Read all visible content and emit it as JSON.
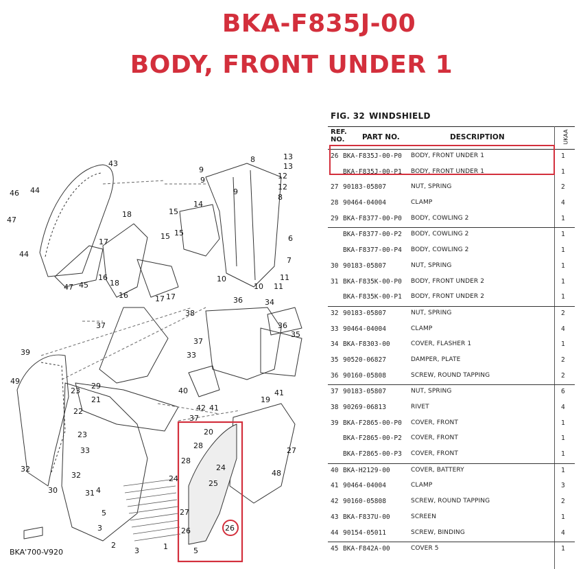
{
  "header": {
    "part_number": "BKA-F835J-00",
    "part_name": "BODY, FRONT UNDER 1"
  },
  "diagram": {
    "code": "BKA'700-V920",
    "highlight_color": "#d32f3c",
    "callouts": [
      "43",
      "44",
      "46",
      "47",
      "44",
      "45",
      "47",
      "18",
      "17",
      "16",
      "16",
      "18",
      "17",
      "17",
      "9",
      "9",
      "9",
      "8",
      "13",
      "13",
      "12",
      "12",
      "14",
      "15",
      "15",
      "15",
      "8",
      "6",
      "7",
      "10",
      "10",
      "11",
      "11",
      "38",
      "36",
      "34",
      "36",
      "35",
      "37",
      "37",
      "39",
      "49",
      "29",
      "21",
      "22",
      "23",
      "23",
      "33",
      "32",
      "30",
      "31",
      "32",
      "33",
      "40",
      "42",
      "41",
      "41",
      "37",
      "19",
      "20",
      "28",
      "28",
      "24",
      "25",
      "27",
      "48",
      "24",
      "26",
      "27",
      "26",
      "5",
      "3",
      "2",
      "4",
      "1",
      "3",
      "5"
    ]
  },
  "parts_list": {
    "fig_no": "FIG. 32",
    "fig_title": "WINDSHIELD",
    "col_ref": "REF. NO.",
    "col_part": "PART NO.",
    "col_desc": "DESCRIPTION",
    "col_model": "UKAA",
    "rows": [
      {
        "ref": "26",
        "part": "BKA-F835J-00-P0",
        "desc": "BODY, FRONT UNDER 1",
        "qty": "1",
        "sep": true
      },
      {
        "ref": "",
        "part": "BKA-F835J-00-P1",
        "desc": "BODY, FRONT UNDER 1",
        "qty": "1",
        "sep": false
      },
      {
        "ref": "27",
        "part": "90183-05807",
        "desc": "NUT, SPRING",
        "qty": "2",
        "sep": false
      },
      {
        "ref": "28",
        "part": "90464-04004",
        "desc": "CLAMP",
        "qty": "4",
        "sep": false
      },
      {
        "ref": "29",
        "part": "BKA-F8377-00-P0",
        "desc": "BODY, COWLING 2",
        "qty": "1",
        "sep": false
      },
      {
        "ref": "",
        "part": "BKA-F8377-00-P2",
        "desc": "BODY, COWLING 2",
        "qty": "1",
        "sep": true
      },
      {
        "ref": "",
        "part": "BKA-F8377-00-P4",
        "desc": "BODY, COWLING 2",
        "qty": "1",
        "sep": false
      },
      {
        "ref": "30",
        "part": "90183-05807",
        "desc": "NUT, SPRING",
        "qty": "1",
        "sep": false
      },
      {
        "ref": "31",
        "part": "BKA-F835K-00-P0",
        "desc": "BODY, FRONT UNDER 2",
        "qty": "1",
        "sep": false
      },
      {
        "ref": "",
        "part": "BKA-F835K-00-P1",
        "desc": "BODY, FRONT UNDER 2",
        "qty": "1",
        "sep": false
      },
      {
        "ref": "32",
        "part": "90183-05807",
        "desc": "NUT, SPRING",
        "qty": "2",
        "sep": true
      },
      {
        "ref": "33",
        "part": "90464-04004",
        "desc": "CLAMP",
        "qty": "4",
        "sep": false
      },
      {
        "ref": "34",
        "part": "BKA-F8303-00",
        "desc": "COVER, FLASHER 1",
        "qty": "1",
        "sep": false
      },
      {
        "ref": "35",
        "part": "90520-06827",
        "desc": "DAMPER, PLATE",
        "qty": "2",
        "sep": false
      },
      {
        "ref": "36",
        "part": "90160-05808",
        "desc": "SCREW, ROUND TAPPING",
        "qty": "2",
        "sep": false
      },
      {
        "ref": "37",
        "part": "90183-05807",
        "desc": "NUT, SPRING",
        "qty": "6",
        "sep": true
      },
      {
        "ref": "38",
        "part": "90269-06813",
        "desc": "RIVET",
        "qty": "4",
        "sep": false
      },
      {
        "ref": "39",
        "part": "BKA-F2865-00-P0",
        "desc": "COVER, FRONT",
        "qty": "1",
        "sep": false
      },
      {
        "ref": "",
        "part": "BKA-F2865-00-P2",
        "desc": "COVER, FRONT",
        "qty": "1",
        "sep": false
      },
      {
        "ref": "",
        "part": "BKA-F2865-00-P3",
        "desc": "COVER, FRONT",
        "qty": "1",
        "sep": false
      },
      {
        "ref": "40",
        "part": "BKA-H2129-00",
        "desc": "COVER, BATTERY",
        "qty": "1",
        "sep": true
      },
      {
        "ref": "41",
        "part": "90464-04004",
        "desc": "CLAMP",
        "qty": "3",
        "sep": false
      },
      {
        "ref": "42",
        "part": "90160-05808",
        "desc": "SCREW, ROUND TAPPING",
        "qty": "2",
        "sep": false
      },
      {
        "ref": "43",
        "part": "BKA-F837U-00",
        "desc": "SCREEN",
        "qty": "1",
        "sep": false
      },
      {
        "ref": "44",
        "part": "90154-05011",
        "desc": "SCREW, BINDING",
        "qty": "4",
        "sep": false
      },
      {
        "ref": "45",
        "part": "BKA-F842A-00",
        "desc": "COVER 5",
        "qty": "1",
        "sep": true
      }
    ]
  }
}
